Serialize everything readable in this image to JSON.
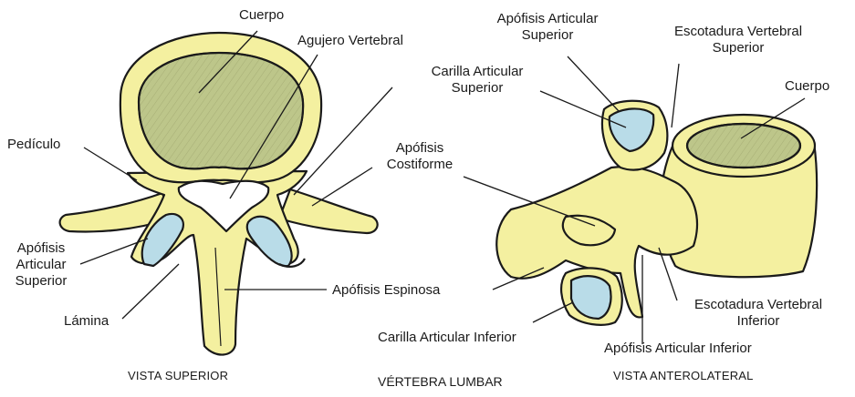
{
  "title": "VÉRTEBRA LUMBAR",
  "views": {
    "superior": {
      "caption": "VISTA SUPERIOR",
      "labels": {
        "cuerpo": "Cuerpo",
        "agujero_vertebral": "Agujero Vertebral",
        "pediculo": "Pedículo",
        "apofisis_costiforme_1": "Apófisis",
        "apofisis_costiforme_2": "Costiforme",
        "apofisis_articular_superior_1": "Apófisis",
        "apofisis_articular_superior_2": "Articular",
        "apofisis_articular_superior_3": "Superior",
        "lamina": "Lámina",
        "apofisis_espinosa": "Apófisis Espinosa"
      }
    },
    "anterolateral": {
      "caption": "VISTA ANTEROLATERAL",
      "labels": {
        "apofisis_articular_superior_1": "Apófisis Articular",
        "apofisis_articular_superior_2": "Superior",
        "escotadura_superior_1": "Escotadura Vertebral",
        "escotadura_superior_2": "Superior",
        "carilla_superior_1": "Carilla Articular",
        "carilla_superior_2": "Superior",
        "cuerpo": "Cuerpo",
        "escotadura_inferior_1": "Escotadura Vertebral",
        "escotadura_inferior_2": "Inferior",
        "carilla_inferior": "Carilla Articular Inferior",
        "apofisis_articular_inferior": "Apófisis Articular Inferior"
      }
    }
  },
  "colors": {
    "bone": "#f4f0a0",
    "body_surface": "#bdc68a",
    "cartilage": "#b9dce8",
    "outline": "#1a1a1a"
  }
}
